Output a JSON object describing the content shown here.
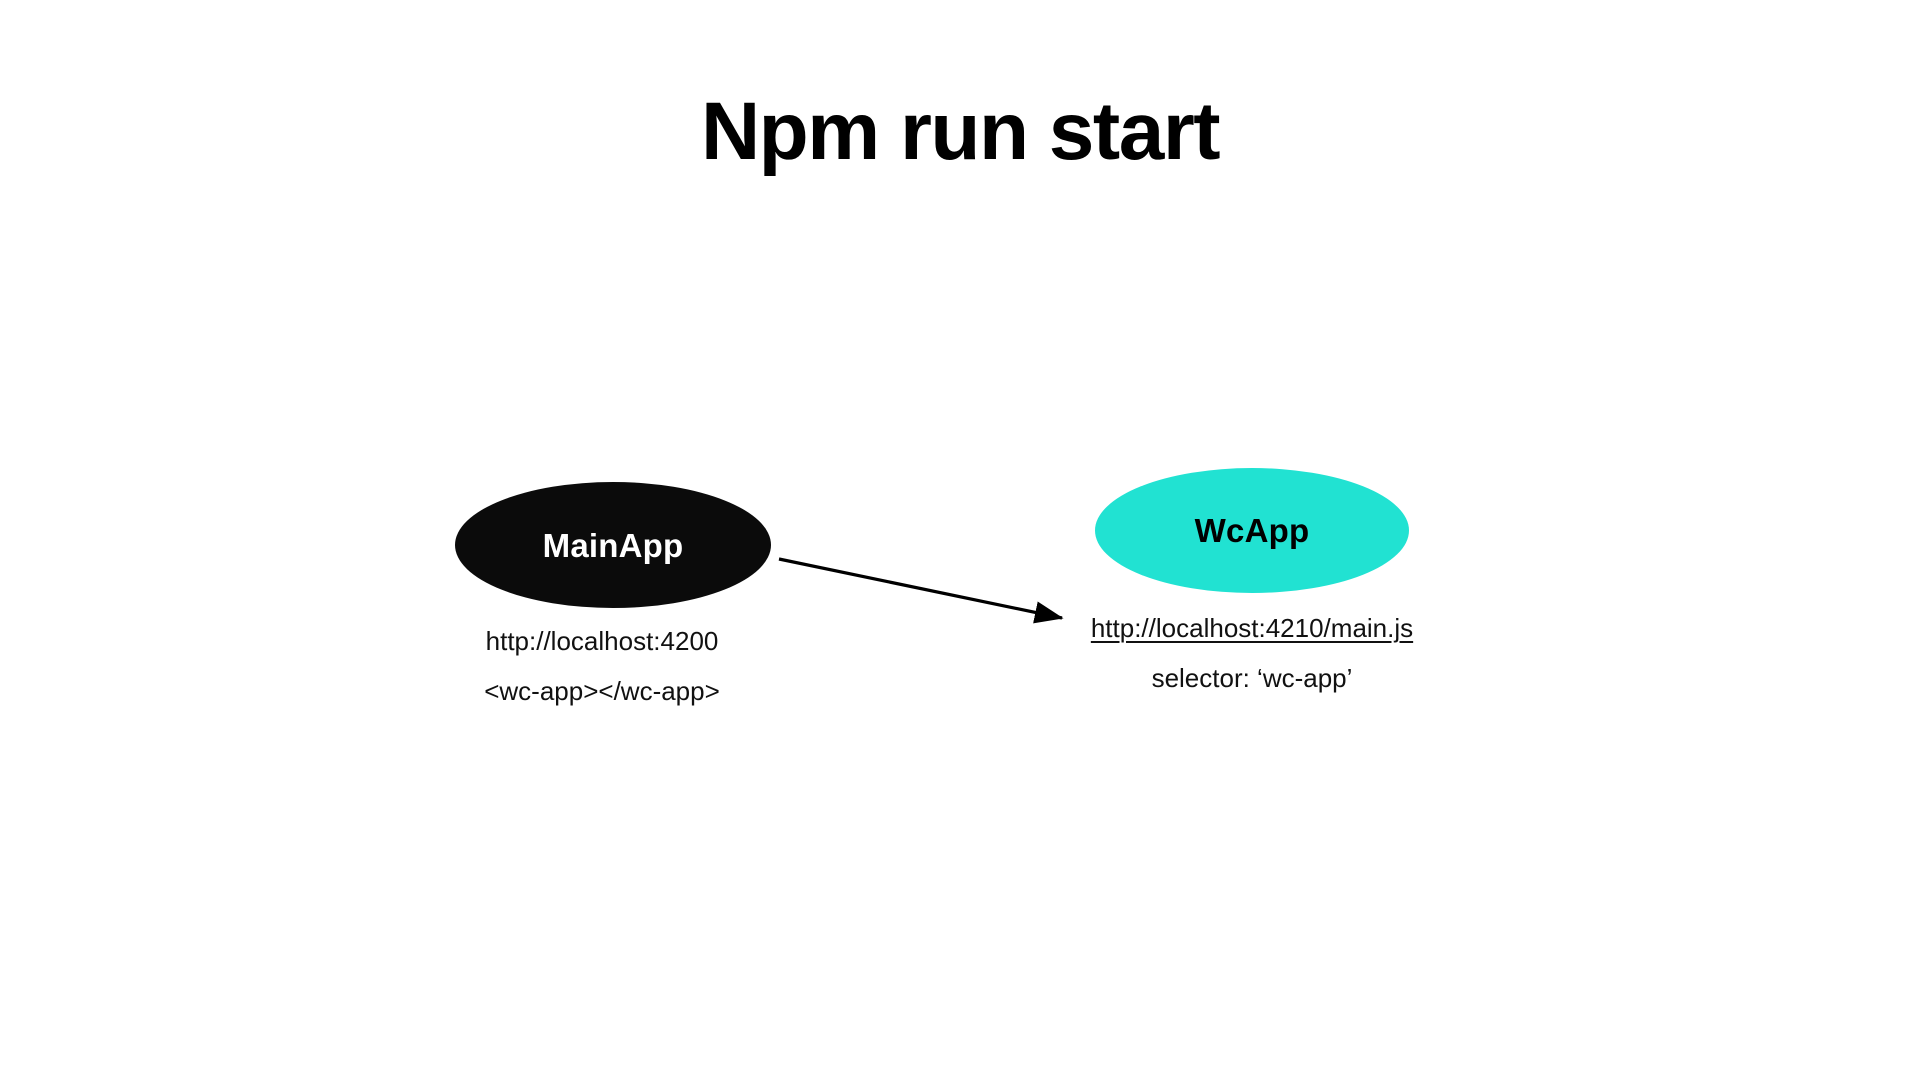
{
  "slide": {
    "title": "Npm run start",
    "background_color": "#ffffff"
  },
  "diagram": {
    "type": "flow",
    "nodes": [
      {
        "id": "mainapp",
        "label": "MainApp",
        "shape": "ellipse",
        "fill_color": "#0b0b0b",
        "text_color": "#ffffff",
        "captions": [
          {
            "text": "http://localhost:4200",
            "style": "plain"
          },
          {
            "text": "<wc-app></wc-app>",
            "style": "plain"
          }
        ]
      },
      {
        "id": "wcapp",
        "label": "WcApp",
        "shape": "ellipse",
        "fill_color": "#21e2d2",
        "text_color": "#000000",
        "captions": [
          {
            "text": "http://localhost:4210/main.js",
            "style": "link"
          },
          {
            "text": "selector: ‘wc-app’",
            "style": "plain"
          }
        ]
      }
    ],
    "edges": [
      {
        "id": "mainapp-to-wcapp",
        "from": "mainapp",
        "to": "wcapp",
        "style": "solid",
        "arrowhead": "filled-triangle",
        "color": "#000000"
      }
    ]
  }
}
